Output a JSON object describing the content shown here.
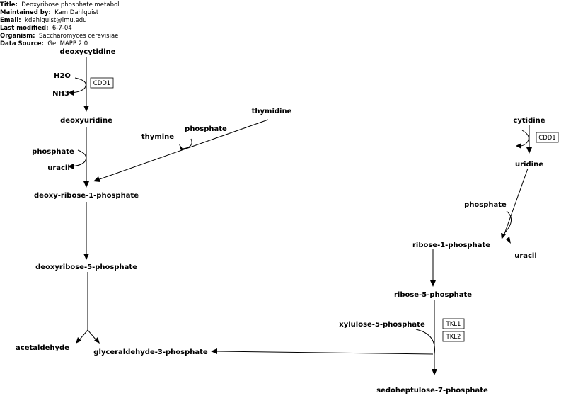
{
  "info": {
    "title_label": "Title:",
    "title": "Deoxyribose phosphate metabol",
    "maintained_label": "Maintained by:",
    "maintained": "Kam Dahlquist",
    "email_label": "Email:",
    "email": "kdahlquist@lmu.edu",
    "modified_label": "Last modified:",
    "modified": "6-7-04",
    "organism_label": "Organism:",
    "organism": "Saccharomyces cerevisiae",
    "source_label": "Data Source:",
    "source": "GenMAPP 2.0"
  },
  "metabolites": {
    "deoxycytidine": "deoxycytidine",
    "h2o": "H2O",
    "nh3": "NH3",
    "deoxyuridine": "deoxyuridine",
    "phosphate_left": "phosphate",
    "uracil_left": "uracil",
    "thymidine": "thymidine",
    "thymine": "thymine",
    "phosphate_mid": "phosphate",
    "deoxyribose_1_phosphate": "deoxy-ribose-1-phosphate",
    "deoxyribose_5_phosphate": "deoxyribose-5-phosphate",
    "acetaldehyde": "acetaldehyde",
    "glyceraldehyde_3_phosphate": "glyceraldehyde-3-phosphate",
    "cytidine": "cytidine",
    "uridine": "uridine",
    "phosphate_right": "phosphate",
    "uracil_right": "uracil",
    "ribose_1_phosphate": "ribose-1-phosphate",
    "ribose_5_phosphate": "ribose-5-phosphate",
    "xylulose_5_phosphate": "xylulose-5-phosphate",
    "sedoheptulose_7_phosphate": "sedoheptulose-7-phosphate"
  },
  "genes": {
    "cdd1_left": "CDD1",
    "cdd1_right": "CDD1",
    "tkl1": "TKL1",
    "tkl2": "TKL2"
  }
}
